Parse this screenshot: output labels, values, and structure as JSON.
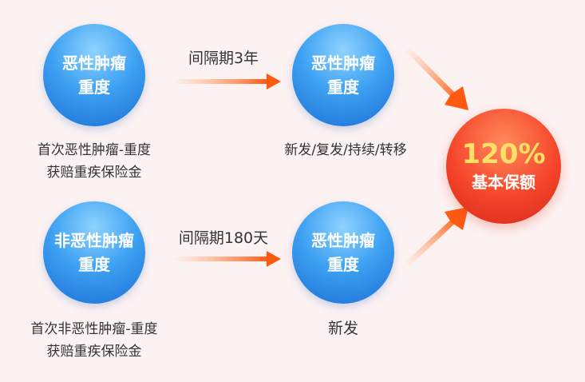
{
  "nodes": {
    "top_left": {
      "line1": "恶性肿瘤",
      "line2": "重度"
    },
    "top_right": {
      "line1": "恶性肿瘤",
      "line2": "重度"
    },
    "bottom_left": {
      "line1": "非恶性肿瘤",
      "line2": "重度"
    },
    "bottom_right": {
      "line1": "恶性肿瘤",
      "line2": "重度"
    }
  },
  "arrows": {
    "top_label": "间隔期3年",
    "bottom_label": "间隔期180天"
  },
  "captions": {
    "top_left_line1": "首次恶性肿瘤-重度",
    "top_left_line2": "获赔重疾保险金",
    "top_right": "新发/复发/持续/转移",
    "bottom_left_line1": "首次非恶性肿瘤-重度",
    "bottom_left_line2": "获赔重疾保险金",
    "bottom_right": "新发"
  },
  "result": {
    "percent": "120%",
    "label": "基本保额"
  },
  "colors": {
    "circle_blue": "#3fa2f2",
    "result_red": "#f5452a",
    "arrow_orange": "#ff5a12",
    "percent_yellow": "#ffe066"
  }
}
